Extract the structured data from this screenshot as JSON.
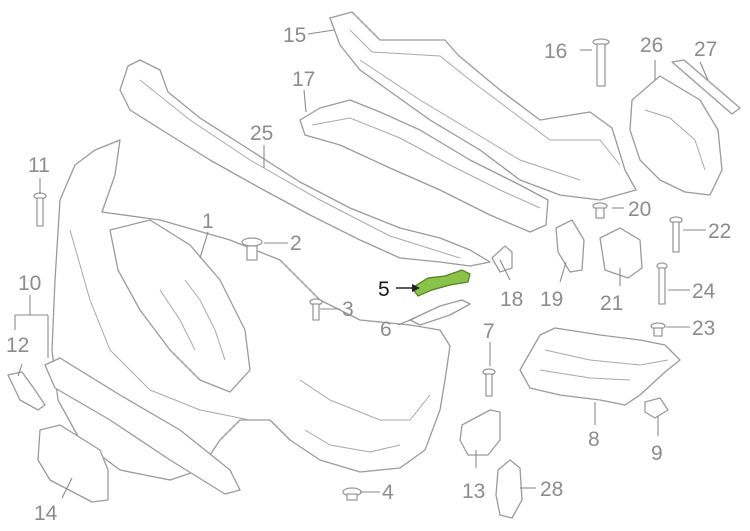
{
  "callouts": [
    {
      "id": "1",
      "text": "1"
    },
    {
      "id": "2",
      "text": "2"
    },
    {
      "id": "3",
      "text": "3"
    },
    {
      "id": "4",
      "text": "4"
    },
    {
      "id": "5",
      "text": "5"
    },
    {
      "id": "6",
      "text": "6"
    },
    {
      "id": "7",
      "text": "7"
    },
    {
      "id": "8",
      "text": "8"
    },
    {
      "id": "9",
      "text": "9"
    },
    {
      "id": "10",
      "text": "10"
    },
    {
      "id": "11",
      "text": "11"
    },
    {
      "id": "12",
      "text": "12"
    },
    {
      "id": "13",
      "text": "13"
    },
    {
      "id": "14",
      "text": "14"
    },
    {
      "id": "15",
      "text": "15"
    },
    {
      "id": "16",
      "text": "16"
    },
    {
      "id": "17",
      "text": "17"
    },
    {
      "id": "18",
      "text": "18"
    },
    {
      "id": "19",
      "text": "19"
    },
    {
      "id": "20",
      "text": "20"
    },
    {
      "id": "21",
      "text": "21"
    },
    {
      "id": "22",
      "text": "22"
    },
    {
      "id": "23",
      "text": "23"
    },
    {
      "id": "24",
      "text": "24"
    },
    {
      "id": "25",
      "text": "25"
    },
    {
      "id": "26",
      "text": "26"
    },
    {
      "id": "27",
      "text": "27"
    },
    {
      "id": "28",
      "text": "28"
    }
  ],
  "highlighted_part": "5",
  "colors": {
    "highlight_fill": "#8bc34a",
    "line": "#9a9a9a",
    "label": "#8c8c8c"
  }
}
